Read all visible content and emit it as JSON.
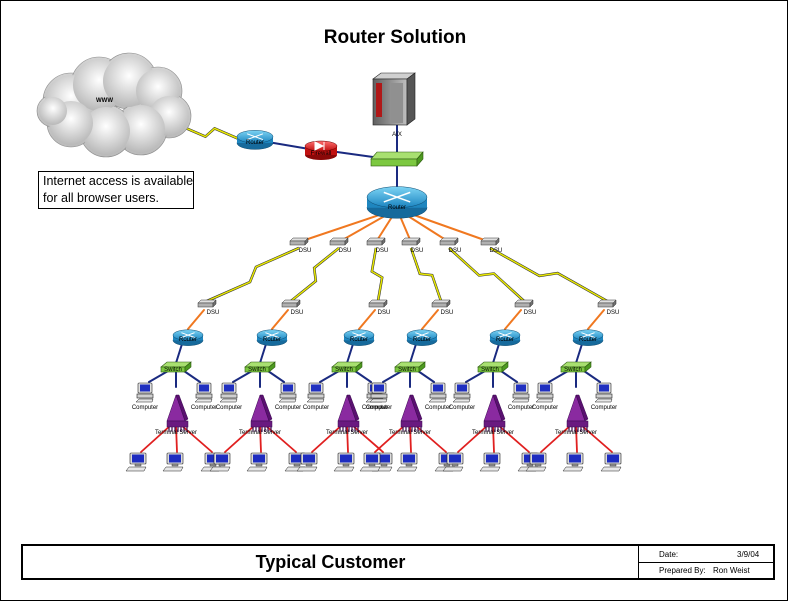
{
  "title": "Router Solution",
  "cloud_label": "WWW",
  "note": {
    "line1": "Internet access is available",
    "line2": "for all browser users."
  },
  "server_label": "AIX",
  "labels": {
    "router": "Router",
    "firewall": "Firewall",
    "dsu": "DSU",
    "switch": "Switch",
    "computer": "Computer",
    "terminal_server": "Terminal Server"
  },
  "branch_count": 6,
  "footer": {
    "customer": "Typical Customer",
    "date_label": "Date:",
    "date_value": "3/9/04",
    "prepared_label": "Prepared By:",
    "prepared_value": "Ron Weist"
  },
  "colors": {
    "router_blue": "#3ab0e0",
    "firewall_red": "#e02020",
    "switch_green": "#7cc840",
    "orange_link": "#f07820",
    "navy_link": "#1a2a80",
    "red_link": "#e02020",
    "wan_lightning": "#e8e800"
  }
}
